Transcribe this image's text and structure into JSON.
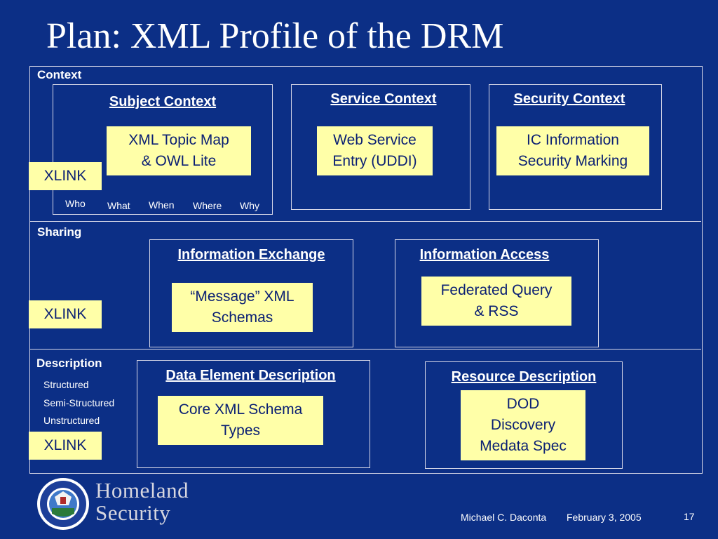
{
  "title": "Plan: XML Profile of the DRM",
  "context": {
    "label": "Context",
    "subject": {
      "title": "Subject Context",
      "note": [
        "XML Topic Map",
        "& OWL Lite"
      ],
      "dimensions": [
        "Who",
        "What",
        "When",
        "Where",
        "Why"
      ]
    },
    "service": {
      "title": "Service Context",
      "note": [
        "Web Service",
        "Entry (UDDI)"
      ]
    },
    "security": {
      "title": "Security Context",
      "note": [
        "IC Information",
        "Security Marking"
      ]
    },
    "xlink": "XLINK"
  },
  "sharing": {
    "label": "Sharing",
    "exchange": {
      "title": "Information Exchange",
      "note": [
        "“Message” XML",
        "Schemas"
      ]
    },
    "access": {
      "title": "Information Access",
      "note": [
        "Federated Query",
        "& RSS"
      ]
    },
    "xlink": "XLINK"
  },
  "description": {
    "label": "Description",
    "kinds": [
      "Structured",
      "Semi-Structured",
      "Unstructured"
    ],
    "data_element": {
      "title": "Data Element Description",
      "note": [
        "Core XML Schema",
        "Types"
      ]
    },
    "resource": {
      "title": "Resource Description",
      "note": [
        "DOD",
        "Discovery",
        "Medata Spec"
      ]
    },
    "xlink": "XLINK"
  },
  "footer": {
    "logo_line1": "Homeland",
    "logo_line2": "Security",
    "author": "Michael C. Daconta",
    "date": "February 3, 2005",
    "page": "17"
  }
}
